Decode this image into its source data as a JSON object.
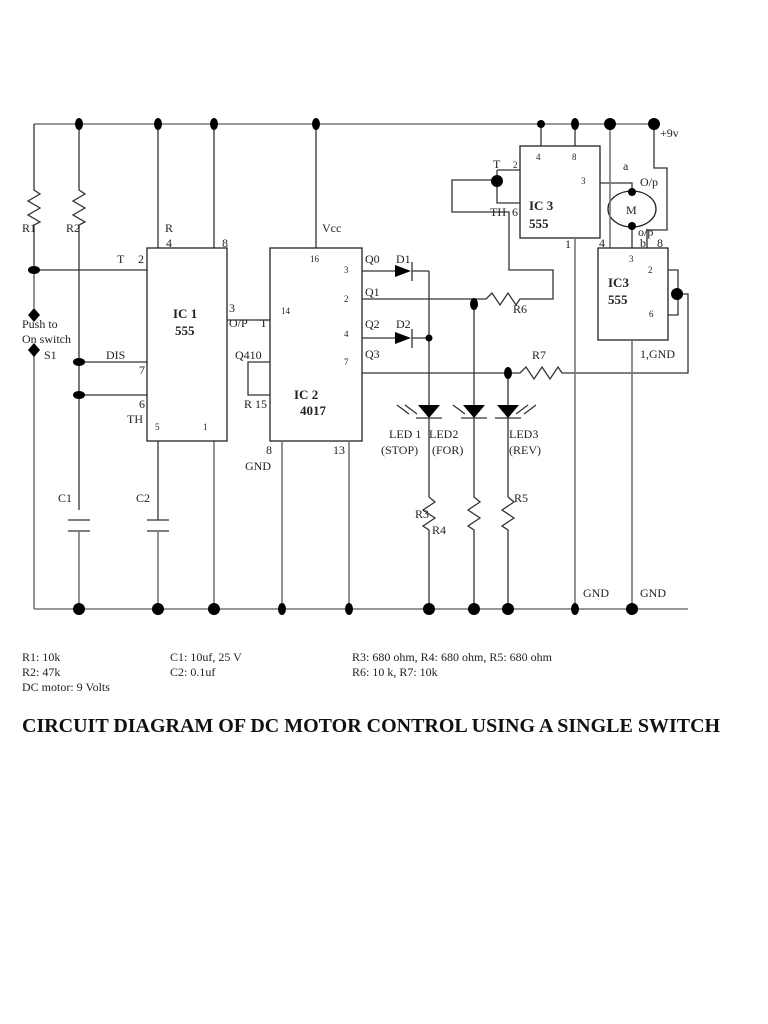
{
  "diagram": {
    "labels": {
      "r1": "R1",
      "r2": "R2",
      "r3": "R3",
      "r4": "R4",
      "r5": "R5",
      "r6": "R6",
      "r7": "R7",
      "c1": "C1",
      "c2": "C2",
      "d1": "D1",
      "d2": "D2",
      "m": "M",
      "switch_line1": "Push to",
      "switch_line2": "On switch",
      "s1": "S1",
      "ic1_name": "IC 1",
      "ic1_type": "555",
      "ic2_name": "IC 2",
      "ic2_type": "4017",
      "ic3a_name": "IC 3",
      "ic3a_type": "555",
      "ic3b_name": "IC3",
      "ic3b_type": "555",
      "ic1_r": "R",
      "ic1_t": "T",
      "ic1_dis": "DIS",
      "ic1_th": "TH",
      "ic1_op": "O/P",
      "ic2_t": "T",
      "ic2_vcc": "Vcc",
      "ic2_q410": "Q410",
      "ic2_r15": "R 15",
      "ic2_gnd": "GND",
      "q0": "Q0",
      "q1": "Q1",
      "q2": "Q2",
      "q3": "Q3",
      "ic3_t": "T",
      "ic3_th": "TH",
      "motor_a": "a",
      "motor_b": "b",
      "motor_op_top": "O/p",
      "motor_op_bottom": "o/p",
      "supply": "+9v",
      "ic3b_gnd": "1,GND",
      "gnd1": "GND",
      "gnd2": "GND",
      "led1": "LED 1",
      "led1_sub": "(STOP)",
      "led2": "LED2",
      "led2_sub": "(FOR)",
      "led3": "LED3",
      "led3_sub": "(REV)"
    },
    "pins": {
      "ic1": {
        "p4": "4",
        "p8": "8",
        "p2": "2",
        "p3": "3",
        "p7": "7",
        "p6": "6",
        "p5": "5",
        "p1": "1"
      },
      "ic2": {
        "p16": "16",
        "p14": "14",
        "p3": "3",
        "p2": "2",
        "p4": "4",
        "p7": "7",
        "p8": "8",
        "p13": "13"
      },
      "ic3a": {
        "p4": "4",
        "p8": "8",
        "p2": "2",
        "p3": "3",
        "p6": "6",
        "p1": "1"
      },
      "ic3b": {
        "p4": "4",
        "p8": "8",
        "p3": "3",
        "p2": "2",
        "p6": "6"
      }
    }
  },
  "component_values": {
    "col1": [
      "R1: 10k",
      "R2: 47k",
      "DC motor: 9 Volts"
    ],
    "col2": [
      "C1: 10uf, 25 V",
      "C2:  0.1uf"
    ],
    "col3": [
      "R3: 680 ohm, R4: 680 ohm, R5: 680 ohm",
      "R6: 10 k, R7: 10k"
    ]
  },
  "title": "CIRCUIT DIAGRAM OF DC MOTOR CONTROL USING A SINGLE SWITCH"
}
